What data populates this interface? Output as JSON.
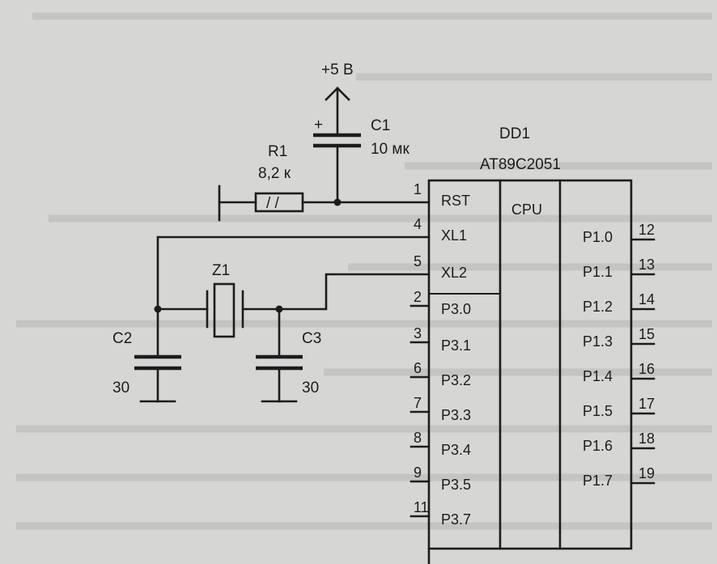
{
  "power": {
    "label": "+5 В"
  },
  "capacitor_c1": {
    "ref": "C1",
    "value": "10 мк",
    "polarity": "+"
  },
  "resistor_r1": {
    "ref": "R1",
    "value": "8,2 к",
    "body_mark": "/ /"
  },
  "crystal_z1": {
    "ref": "Z1"
  },
  "capacitor_c2": {
    "ref": "C2",
    "value": "30"
  },
  "capacitor_c3": {
    "ref": "C3",
    "value": "30"
  },
  "chip": {
    "ref": "DD1",
    "part": "AT89C2051",
    "cpu_label": "CPU",
    "left_pins": [
      {
        "num": "1",
        "name": "RST"
      },
      {
        "num": "4",
        "name": "XL1"
      },
      {
        "num": "5",
        "name": "XL2"
      },
      {
        "num": "2",
        "name": "P3.0"
      },
      {
        "num": "3",
        "name": "P3.1"
      },
      {
        "num": "6",
        "name": "P3.2"
      },
      {
        "num": "7",
        "name": "P3.3"
      },
      {
        "num": "8",
        "name": "P3.4"
      },
      {
        "num": "9",
        "name": "P3.5"
      },
      {
        "num": "11",
        "name": "P3.7"
      }
    ],
    "right_pins": [
      {
        "num": "12",
        "name": "P1.0"
      },
      {
        "num": "13",
        "name": "P1.1"
      },
      {
        "num": "14",
        "name": "P1.2"
      },
      {
        "num": "15",
        "name": "P1.3"
      },
      {
        "num": "16",
        "name": "P1.4"
      },
      {
        "num": "17",
        "name": "P1.5"
      },
      {
        "num": "18",
        "name": "P1.6"
      },
      {
        "num": "19",
        "name": "P1.7"
      }
    ]
  }
}
